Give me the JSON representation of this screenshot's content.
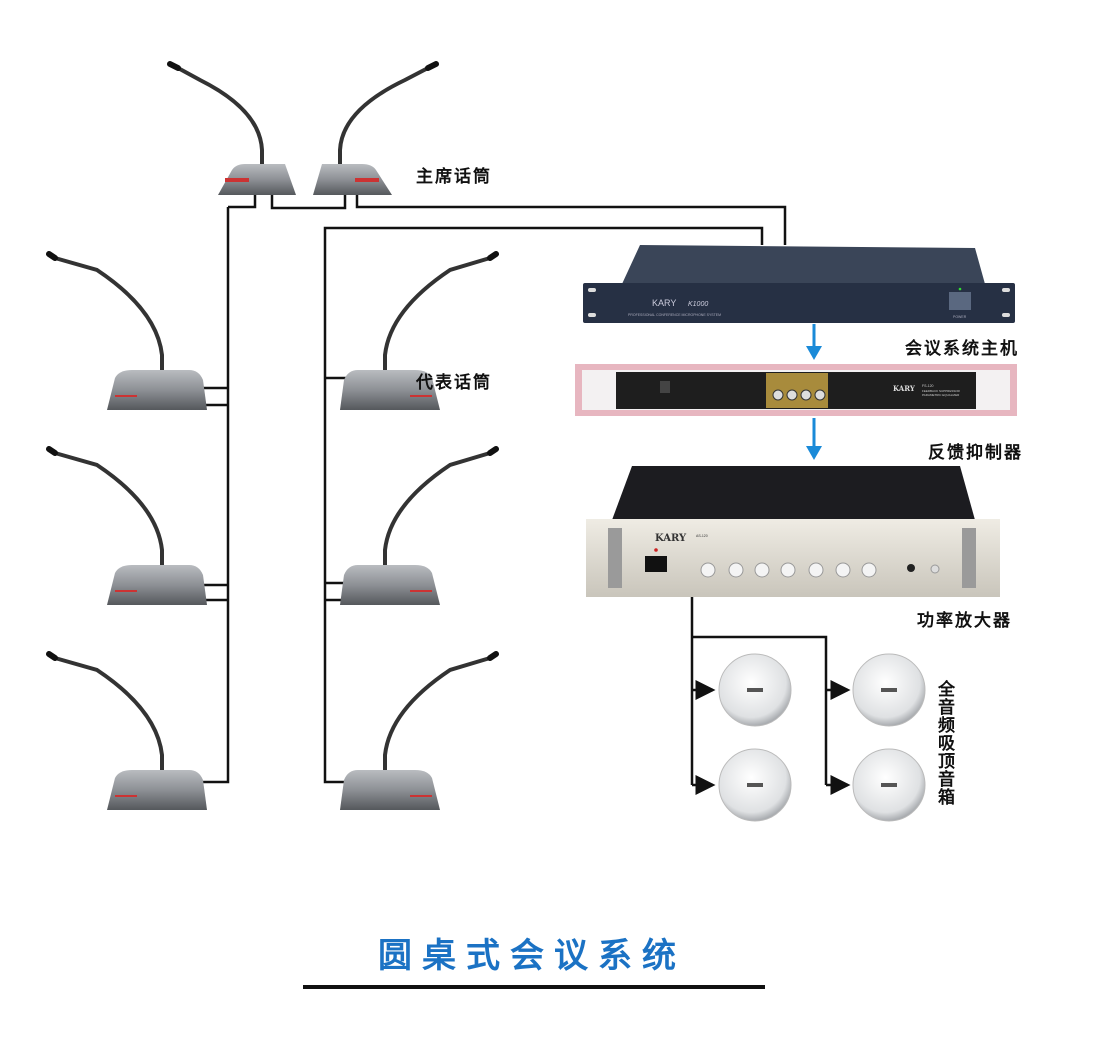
{
  "labels": {
    "chairman_mics": "主席话筒",
    "delegate_mics": "代表话筒",
    "host": "会议系统主机",
    "suppressor": "反馈抑制器",
    "amplifier": "功率放大器",
    "speakers": "全音频吸顶音箱"
  },
  "title": "圆桌式会议系统",
  "devices": {
    "host": {
      "brand": "KARY",
      "model": "K1000",
      "subtitle": "PROFESSIONAL CONFERENCE MICROPHONE SYSTEM",
      "power": "POWER"
    },
    "suppressor": {
      "brand": "KARY",
      "model": "FS-120",
      "line1": "FEEDBACK SUPPRESSOR",
      "line2": "PARAMETRIC EQUALIZER"
    },
    "amplifier": {
      "brand": "KARY",
      "model": "AS-120"
    }
  },
  "colors": {
    "arrow": "#1a8ad8",
    "title": "#1b72c4",
    "wire": "#111111"
  }
}
